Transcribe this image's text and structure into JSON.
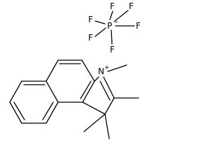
{
  "molecule": {
    "cation": {
      "nitrogen": {
        "symbol": "N",
        "charge": "+"
      }
    },
    "anion": {
      "phosphorus": {
        "symbol": "P",
        "charge": "−"
      },
      "fluorines": [
        "F",
        "F",
        "F",
        "F",
        "F",
        "F"
      ]
    }
  },
  "colors": {
    "background": "#ffffff",
    "bond": "#000000",
    "label": "#000000"
  }
}
